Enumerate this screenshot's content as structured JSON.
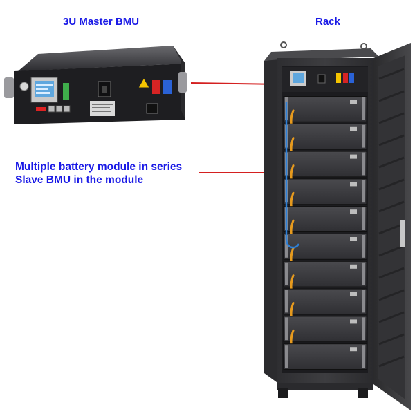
{
  "labels": {
    "master_bmu": "3U Master BMU",
    "rack": "Rack",
    "modules_line1": "Multiple battery module in series",
    "modules_line2": "Slave BMU in the module"
  },
  "colors": {
    "label_blue": "#1a1ae6",
    "arrow_red": "#d42020",
    "cabinet_dark": "#3a3a3c",
    "cable_orange": "#e69a1e",
    "cable_blue": "#2d7fd6"
  },
  "rack": {
    "module_count": 10
  }
}
